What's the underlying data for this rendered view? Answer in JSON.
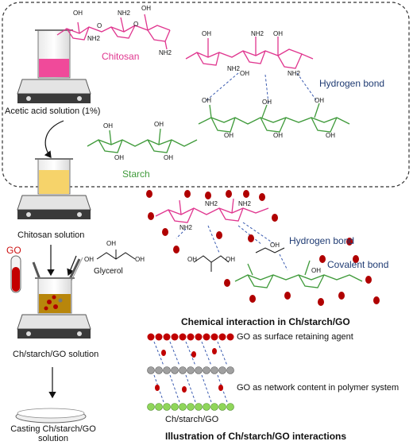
{
  "labels": {
    "chitosan": "Chitosan",
    "starch": "Starch",
    "hydrogen_bond_top": "Hydrogen bond",
    "acetic_acid": "Acetic acid solution (1%)",
    "chitosan_solution": "Chitosan solution",
    "go": "GO",
    "glycerol": "Glycerol",
    "hydrogen_bond_mid": "Hydrogen bond",
    "covalent_bond": "Covalent bond",
    "chemical_interaction_title": "Chemical interaction in Ch/starch/GO",
    "ch_starch_go_solution": "Ch/starch/GO solution",
    "go_surface_agent": "GO as surface retaining agent",
    "go_network": "GO as network content in polymer system",
    "ch_starch_go": "Ch/starch/GO",
    "casting": "Casting Ch/starch/GO solution",
    "illustration_title": "Illustration of Ch/starch/GO interactions"
  },
  "atoms": {
    "oh": "OH",
    "nh2": "NH2",
    "o": "O"
  },
  "colors": {
    "chitosan": "#e0368f",
    "starch": "#3f9a3a",
    "hbond": "#3a5bb0",
    "go_dot": "#b00000",
    "navy_text": "#1f3b73",
    "layer_gray": "#9a9a9a",
    "layer_green": "#8fd65a",
    "solution_pink": "#f04a9a",
    "solution_yellow": "#f6d36a",
    "solution_brown": "#b8860b"
  }
}
